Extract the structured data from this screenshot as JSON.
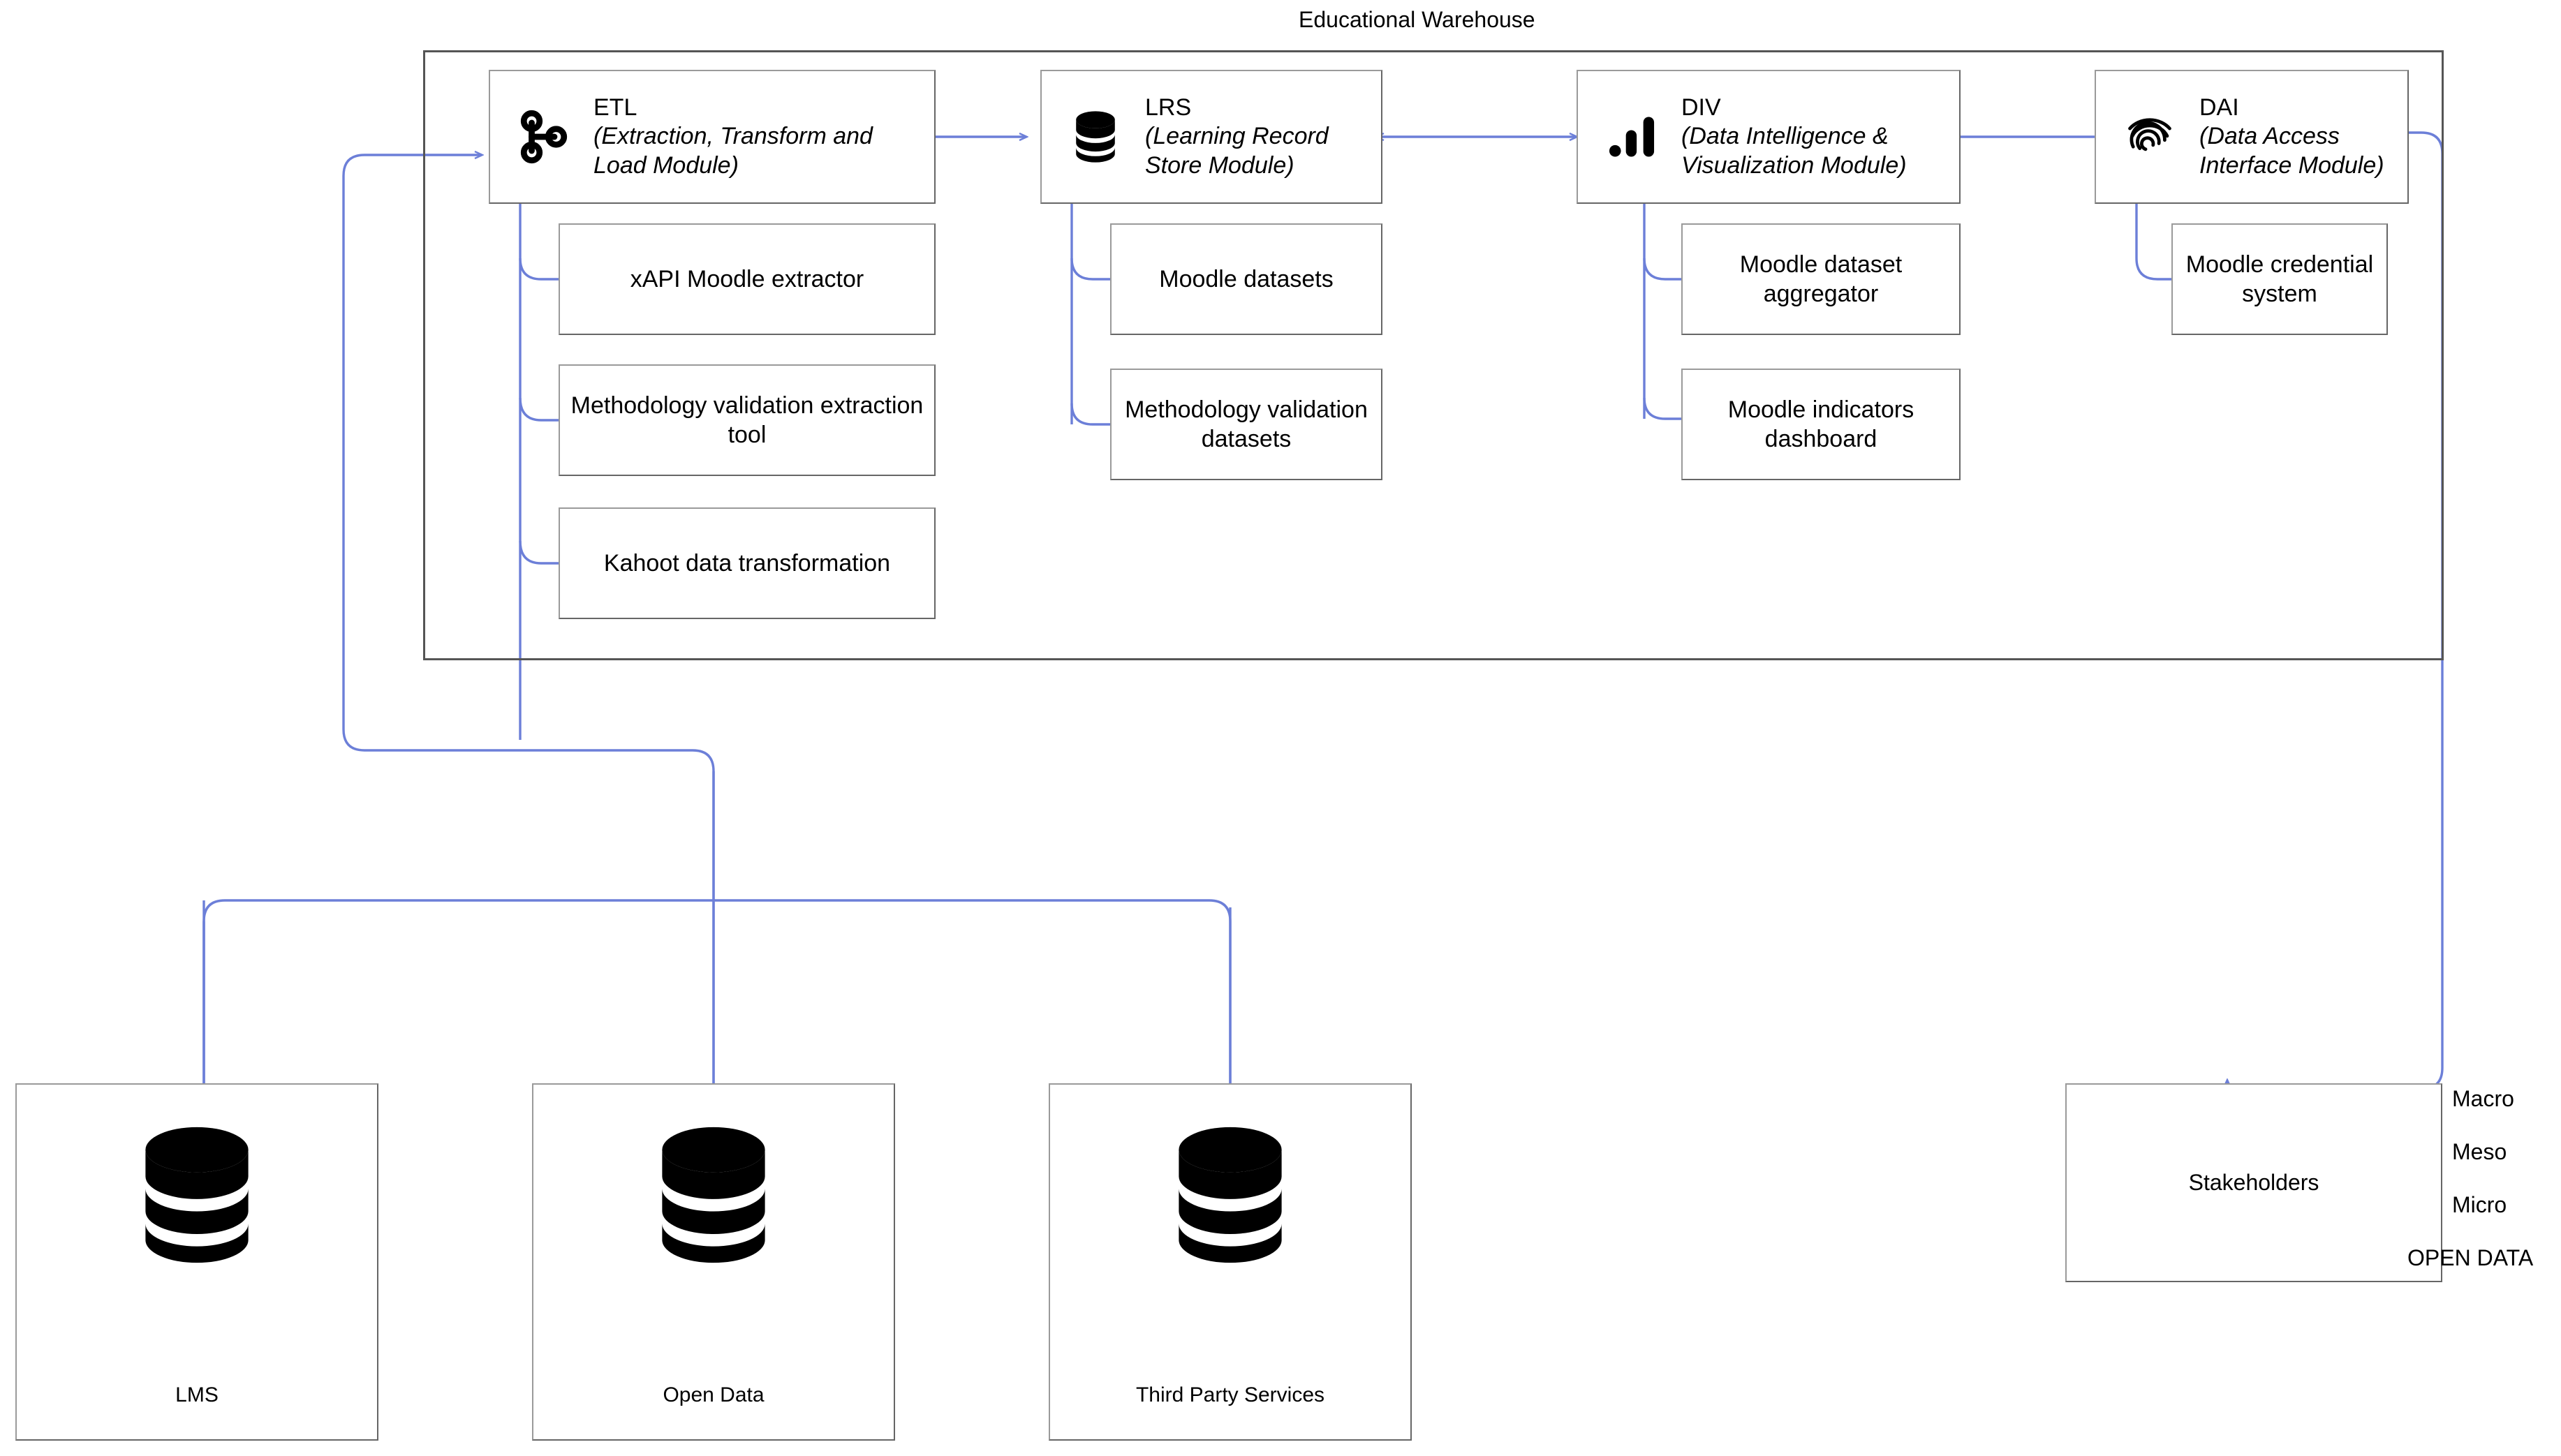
{
  "diagram": {
    "title": "Educational Warehouse",
    "accent_color": "#6c7fd8",
    "box_border_color": "#9a9a9a",
    "container_border_color": "#555555",
    "background_color": "#ffffff",
    "text_color": "#000000"
  },
  "warehouse": {
    "label": "Educational Warehouse",
    "modules": [
      {
        "id": "etl",
        "icon": "branch-merge-icon",
        "abbr": "ETL",
        "full_name": "(Extraction, Transform and Load Module)",
        "children": [
          {
            "label": "xAPI Moodle extractor"
          },
          {
            "label": "Methodology validation extraction tool"
          },
          {
            "label": "Kahoot data transformation"
          }
        ]
      },
      {
        "id": "lrs",
        "icon": "database-icon",
        "abbr": "LRS",
        "full_name": "(Learning Record Store Module)",
        "children": [
          {
            "label": "Moodle datasets"
          },
          {
            "label": "Methodology validation datasets"
          }
        ]
      },
      {
        "id": "div",
        "icon": "bar-chart-icon",
        "abbr": "DIV",
        "full_name": "(Data Intelligence & Visualization Module)",
        "children": [
          {
            "label": "Moodle dataset aggregator"
          },
          {
            "label": "Moodle indicators dashboard"
          }
        ]
      },
      {
        "id": "dai",
        "icon": "fingerprint-icon",
        "abbr": "DAI",
        "full_name": "(Data Access Interface Module)",
        "children": [
          {
            "label": "Moodle credential system"
          }
        ]
      }
    ]
  },
  "sources": [
    {
      "id": "lms",
      "icon": "database-icon",
      "label": "LMS"
    },
    {
      "id": "open-data",
      "icon": "database-icon",
      "label": "Open Data"
    },
    {
      "id": "third-party",
      "icon": "database-icon",
      "label": "Third Party Services"
    }
  ],
  "stakeholders": {
    "label": "Stakeholders",
    "levels": [
      "Macro",
      "Meso",
      "Micro",
      "OPEN DATA"
    ]
  },
  "connections": [
    {
      "from": "sources",
      "to": "etl",
      "arrow": "single"
    },
    {
      "from": "etl",
      "to": "lrs",
      "arrow": "single"
    },
    {
      "from": "lrs",
      "to": "div",
      "arrow": "double"
    },
    {
      "from": "div",
      "to": "dai",
      "arrow": "double"
    },
    {
      "from": "dai",
      "to": "stakeholders",
      "arrow": "single"
    }
  ]
}
